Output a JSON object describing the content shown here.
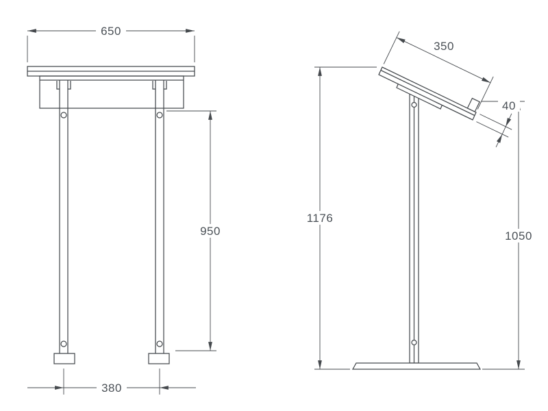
{
  "views": {
    "front": {
      "dims": {
        "top_width": "650",
        "height": "950",
        "leg_spacing": "380"
      }
    },
    "side": {
      "dims": {
        "top_depth": "350",
        "top_thickness": "40",
        "overall_height": "1176",
        "front_height": "1050"
      }
    }
  },
  "colors": {
    "line": "#45494d",
    "text": "#4a5056",
    "background": "#ffffff"
  }
}
